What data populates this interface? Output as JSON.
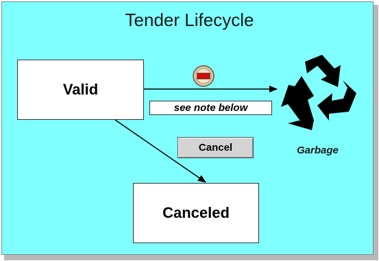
{
  "diagram": {
    "title": "Tender Lifecycle",
    "states": {
      "valid": "Valid",
      "canceled": "Canceled"
    },
    "transition_note": "see note below",
    "cancel_action": "Cancel",
    "garbage_label": "Garbage",
    "icons": [
      "remove-icon",
      "recycle-icon"
    ]
  }
}
